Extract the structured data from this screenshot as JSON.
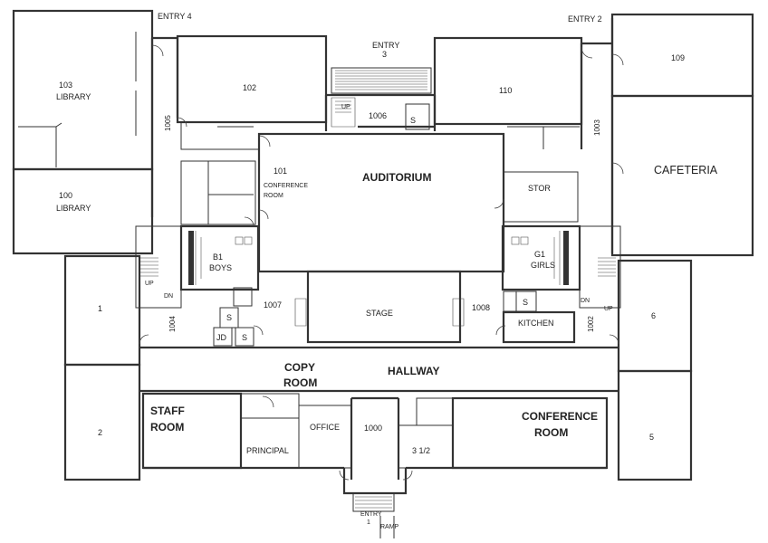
{
  "entries": {
    "entry4": "ENTRY 4",
    "entry2": "ENTRY 2",
    "entry3_line1": "ENTRY",
    "entry3_line2": "3",
    "entry1_line1": "ENTRY",
    "entry1_line2": "1",
    "ramp": "RAMP"
  },
  "rooms": {
    "r103_num": "103",
    "r103_name": "LIBRARY",
    "r100_num": "100",
    "r100_name": "LIBRARY",
    "r102": "102",
    "r110": "110",
    "r109": "109",
    "cafeteria": "CAFETERIA",
    "auditorium": "AUDITORIUM",
    "stage": "STAGE",
    "stor": "STOR",
    "r101_num": "101",
    "r101_line1": "CONFERENCE",
    "r101_line2": "ROOM",
    "b1_num": "B1",
    "b1_name": "BOYS",
    "g1_num": "G1",
    "g1_name": "GIRLS",
    "kitchen": "KITCHEN",
    "r1": "1",
    "r2": "2",
    "r5": "5",
    "r6": "6",
    "hallway": "HALLWAY",
    "copy_line1": "COPY",
    "copy_line2": "ROOM",
    "staff_line1": "STAFF",
    "staff_line2": "ROOM",
    "principal": "PRINCIPAL",
    "office": "OFFICE",
    "r1000": "1000",
    "r3half": "3 1/2",
    "conf_line1": "CONFERENCE",
    "conf_line2": "ROOM",
    "c1005": "1005",
    "c1006": "1006",
    "c1003": "1003",
    "c1004": "1004",
    "c1007": "1007",
    "c1008": "1008",
    "c1002": "1002",
    "s": "S",
    "up": "UP",
    "dn": "DN",
    "jd": "JD"
  }
}
